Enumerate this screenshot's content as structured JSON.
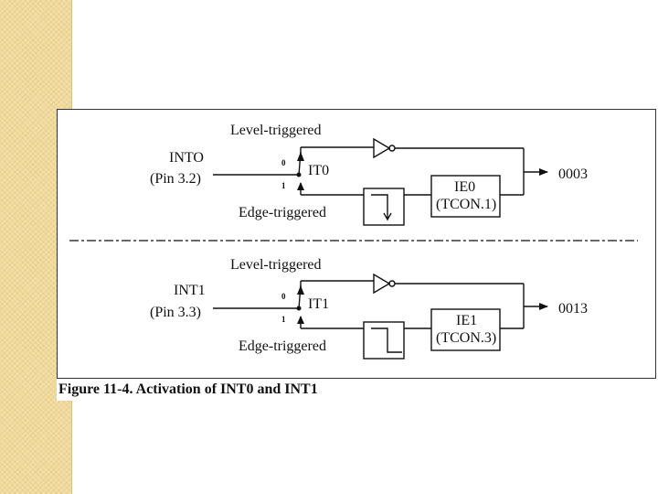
{
  "figure": {
    "caption": "Figure 11-4. Activation of INT0 and INT1"
  },
  "top_circuit": {
    "level_label": "Level-triggered",
    "edge_label": "Edge-triggered",
    "pin_name": "INTO",
    "pin_number": "(Pin 3.2)",
    "switch_label": "IT0",
    "switch_pos_0": "0",
    "switch_pos_1": "1",
    "enable_name": "IE0",
    "enable_reg": "(TCON.1)",
    "output": "0003"
  },
  "bottom_circuit": {
    "level_label": "Level-triggered",
    "edge_label": "Edge-triggered",
    "pin_name": "INT1",
    "pin_number": "(Pin 3.3)",
    "switch_label": "IT1",
    "switch_pos_0": "0",
    "switch_pos_1": "1",
    "enable_name": "IE1",
    "enable_reg": "(TCON.3)",
    "output": "0013"
  },
  "colors": {
    "side_strip": "#f3dfa6",
    "line": "#111111"
  }
}
